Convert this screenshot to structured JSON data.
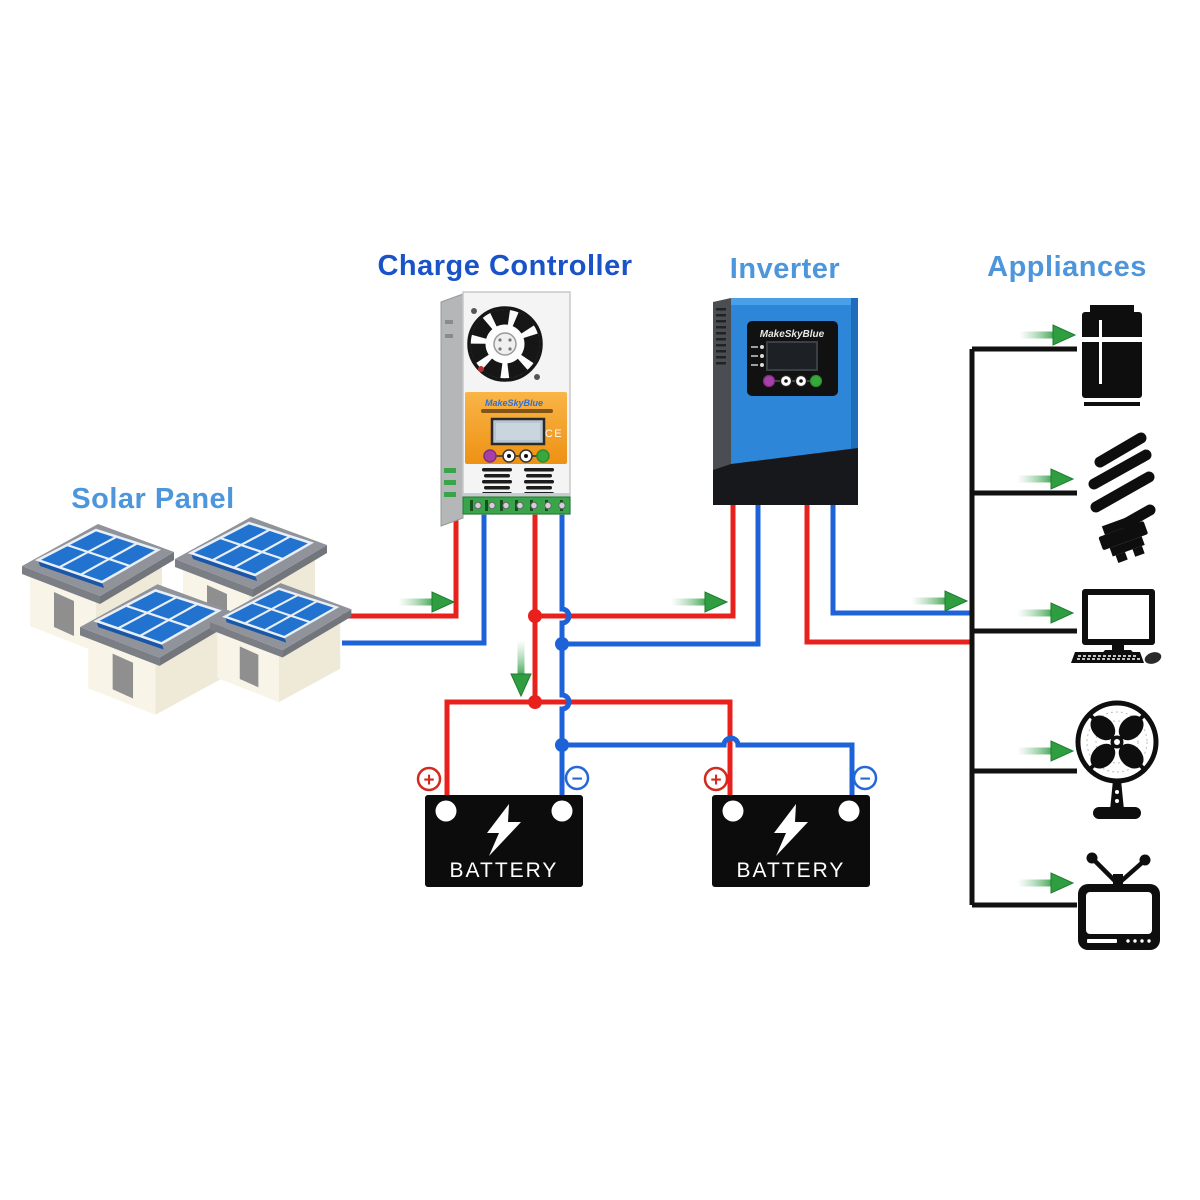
{
  "labels": {
    "solar_panel": "Solar Panel",
    "charge_controller": "Charge Controller",
    "inverter": "Inverter",
    "appliances": "Appliances"
  },
  "charge_controller": {
    "brand": "MakeSkyBlue",
    "ce_mark": "CE"
  },
  "inverter": {
    "brand": "MakeSkyBlue"
  },
  "batteries": [
    {
      "label": "BATTERY",
      "positive_symbol": "+",
      "negative_symbol": "−"
    },
    {
      "label": "BATTERY",
      "positive_symbol": "+",
      "negative_symbol": "−"
    }
  ],
  "appliances": [
    {
      "name": "refrigerator"
    },
    {
      "name": "cfl-bulb"
    },
    {
      "name": "desktop-computer"
    },
    {
      "name": "pedestal-fan"
    },
    {
      "name": "television"
    }
  ],
  "colors": {
    "positive_wire": "#e8211d",
    "negative_wire": "#1e62d8",
    "appliance_bus": "#111111",
    "flow_arrow": "#2f9e41",
    "label_primary": "#1a52c8",
    "label_secondary": "#4d96dc",
    "controller_panel": "#f5a22a",
    "inverter_body": "#2e86d8",
    "solar_cell": "#2273cf"
  }
}
